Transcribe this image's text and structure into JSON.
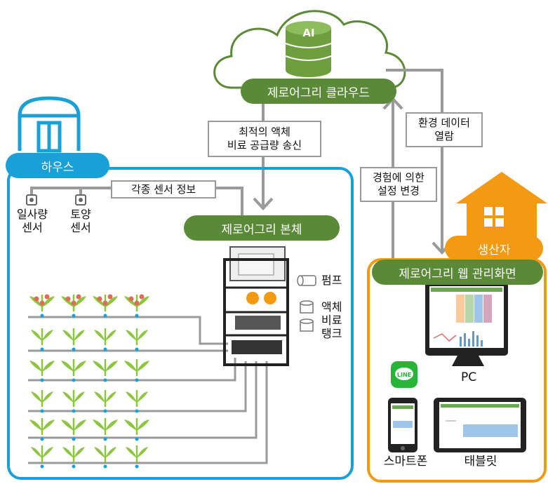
{
  "cloud": {
    "icon_text": "AI",
    "label": "제로어그리 클라우드"
  },
  "house": {
    "label": "하우스"
  },
  "producer": {
    "label": "생산자"
  },
  "main_unit": {
    "label": "제로어그리 본체"
  },
  "web_ui": {
    "label": "제로어그리 웹 관리화면"
  },
  "flows": {
    "optimal_supply": [
      "최적의 액체",
      "비료 공급량 송신"
    ],
    "sensor_info": "각종 센서 정보",
    "env_data": [
      "환경 데이터",
      "열람"
    ],
    "settings_change": [
      "경험에 의한",
      "설정 변경"
    ]
  },
  "sensors": {
    "solar": [
      "일사량",
      "센서"
    ],
    "soil": [
      "토양",
      "센서"
    ]
  },
  "equipment": {
    "pump": "펌프",
    "tank": [
      "액체",
      "비료",
      "탱크"
    ]
  },
  "devices": {
    "pc": "PC",
    "smartphone": "스마트폰",
    "tablet": "태블릿",
    "line_app": "LINE"
  },
  "colors": {
    "green_pill": "#5a8a37",
    "house_blue": "#1aa0d8",
    "producer_orange": "#f39a12",
    "connector_gray": "#9a9a9a",
    "plant_green": "#8cc63f"
  }
}
